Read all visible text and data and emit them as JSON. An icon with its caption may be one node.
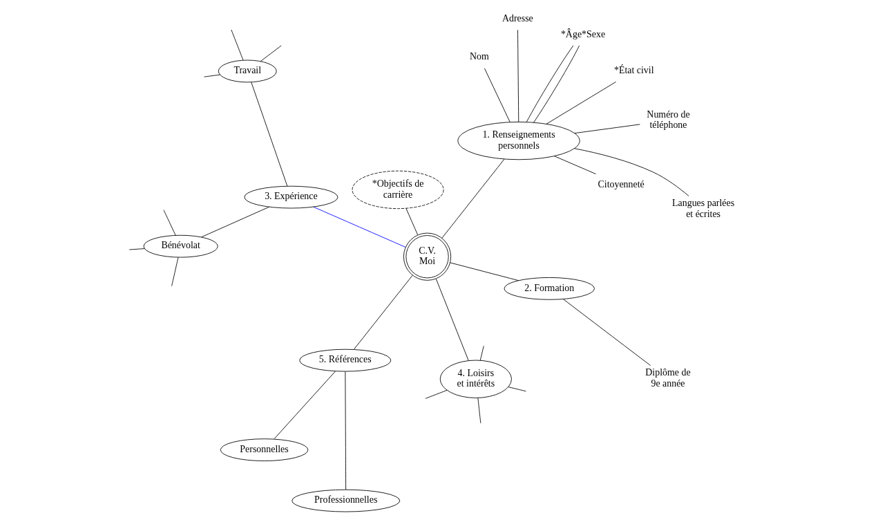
{
  "diagram": {
    "nodes": [
      {
        "text": [
          "C.V. Moi"
        ]
      },
      {
        "text": [
          "Professionnelles"
        ]
      },
      {
        "text": [
          "Bénévolat"
        ]
      },
      {
        "text": [
          "5. Références"
        ]
      },
      {
        "text": [
          "Travail"
        ]
      },
      {
        "text": [
          "Personnelles"
        ]
      },
      {
        "text": [
          "3. Expérience"
        ]
      },
      {
        "text": [
          "1. Renseignements personnels"
        ]
      },
      {
        "text": [
          "2. Formation"
        ]
      },
      {
        "text": [
          "4. Loisirs et intérêts"
        ]
      },
      {
        "text": [
          "Diplôme de 9e année"
        ]
      },
      {
        "text": [
          "*Objectifs de carrière"
        ]
      },
      {
        "text": [
          "Langues parlées et écrites"
        ]
      },
      {
        "text": [
          "Numéro de téléphone"
        ]
      },
      {
        "text": [
          "Citoyenneté"
        ]
      },
      {
        "text": [
          "Adresse"
        ]
      },
      {
        "text": [
          "*État civil"
        ]
      },
      {
        "text": [
          "Nom"
        ]
      },
      {
        "text": [
          "*Âge*Sexe"
        ]
      }
    ],
    "edges": [
      {
        "from": 0,
        "to": 3,
        "arrow": "none"
      },
      {
        "from": 3,
        "to": 1,
        "arrow": "none"
      },
      {
        "from": 3,
        "to": 5,
        "arrow": "none"
      },
      {
        "from": 0,
        "to": 6,
        "arrow": "none",
        "color": "#0000ff"
      },
      {
        "from": 6,
        "to": 2,
        "arrow": "none"
      },
      {
        "from": 6,
        "to": 4,
        "arrow": "none"
      },
      {
        "from": 2,
        "to": null,
        "arrow": "none"
      },
      {
        "from": 2,
        "to": null,
        "arrow": "none"
      },
      {
        "from": 2,
        "to": null,
        "arrow": "none"
      },
      {
        "from": 4,
        "to": null,
        "arrow": "none"
      },
      {
        "from": 4,
        "to": null,
        "arrow": "none"
      },
      {
        "from": 4,
        "to": null,
        "arrow": "none"
      },
      {
        "from": 0,
        "to": 7,
        "arrow": "none"
      },
      {
        "from": 7,
        "to": 12,
        "arrow": "none"
      },
      {
        "from": 7,
        "to": 13,
        "arrow": "none"
      },
      {
        "from": 7,
        "to": 14,
        "arrow": "none"
      },
      {
        "from": 7,
        "to": 15,
        "arrow": "none"
      },
      {
        "from": 7,
        "to": 16,
        "arrow": "none"
      },
      {
        "from": 7,
        "to": 17,
        "arrow": "none"
      },
      {
        "from": 7,
        "to": 18,
        "arrow": "none"
      },
      {
        "from": 7,
        "to": 18,
        "arrow": "none"
      },
      {
        "from": 0,
        "to": 8,
        "arrow": "none"
      },
      {
        "from": 8,
        "to": 10,
        "arrow": "none"
      },
      {
        "from": 0,
        "to": 9,
        "arrow": "none"
      },
      {
        "from": 9,
        "to": null,
        "arrow": "none"
      },
      {
        "from": 9,
        "to": null,
        "arrow": "none"
      },
      {
        "from": 9,
        "to": null,
        "arrow": "none"
      },
      {
        "from": 9,
        "to": null,
        "arrow": "none"
      },
      {
        "from": 0,
        "to": 11,
        "arrow": "none"
      }
    ]
  }
}
